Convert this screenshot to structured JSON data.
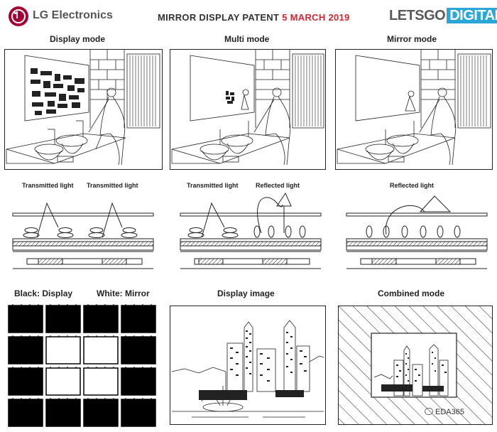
{
  "header": {
    "brand": "LG Electronics",
    "title": "MIRROR DISPLAY PATENT",
    "date": "5 MARCH 2019",
    "site_part1": "LETSGO",
    "site_part2": "DIGITAL",
    "colors": {
      "lg_red": "#a50034",
      "date_red": "#d62530",
      "site_blue": "#2aa7d8"
    }
  },
  "modes": {
    "display": "Display mode",
    "multi": "Multi mode",
    "mirror": "Mirror mode"
  },
  "light_labels": {
    "display_left": "Transmitted light",
    "display_right": "Transmitted light",
    "multi_left": "Transmitted light",
    "multi_right": "Reflected light",
    "mirror": "Reflected light"
  },
  "bottom": {
    "black_label": "Black: Display",
    "white_label": "White: Mirror",
    "display_image": "Display image",
    "combined": "Combined mode"
  },
  "grid": {
    "rows": 4,
    "cols": 4,
    "white_cells": [
      [
        1,
        1
      ],
      [
        1,
        2
      ],
      [
        2,
        1
      ],
      [
        2,
        2
      ]
    ]
  },
  "watermark": "EDA365"
}
